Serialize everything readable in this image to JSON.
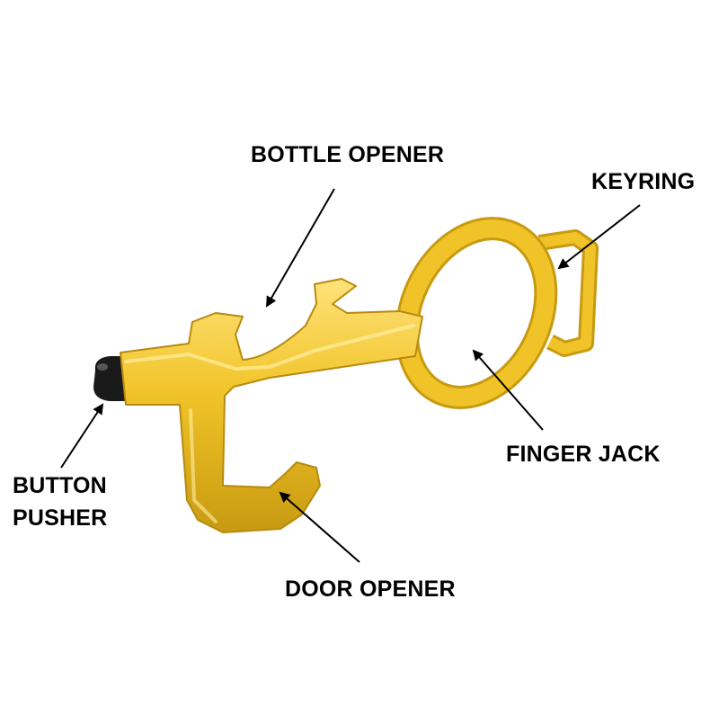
{
  "labels": {
    "bottle_opener": "BOTTLE OPENER",
    "keyring": "KEYRING",
    "finger_jack": "FINGER JACK",
    "button_pusher": [
      "BUTTON",
      "PUSHER"
    ],
    "door_opener": "DOOR OPENER"
  },
  "colors": {
    "metal": "#f0c428",
    "metal_dark": "#c89a12",
    "metal_light": "#ffe27a",
    "tip": "#1a1a1a",
    "text": "#000000",
    "arrow": "#000000"
  }
}
